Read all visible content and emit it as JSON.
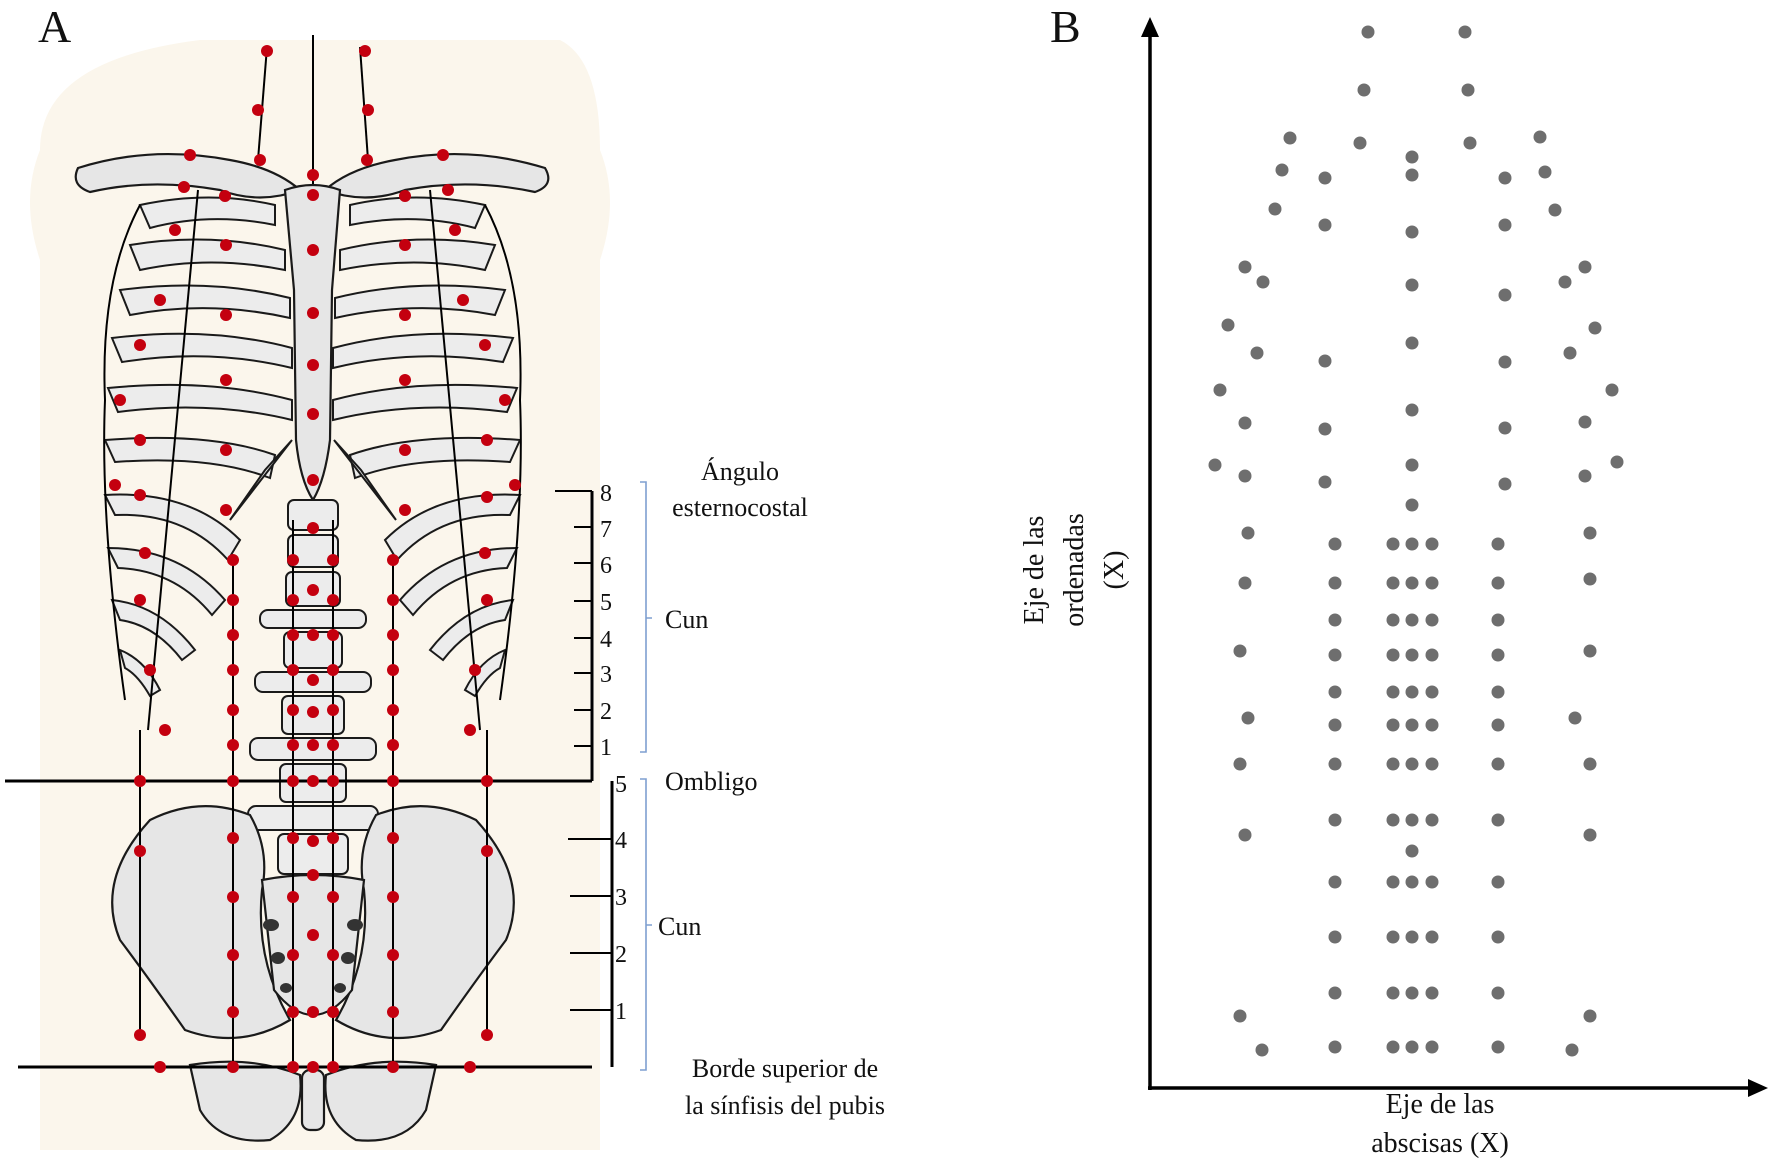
{
  "panel_a": {
    "label": "A",
    "upper_scale_ticks": [
      "8",
      "7",
      "6",
      "5",
      "4",
      "3",
      "2",
      "1"
    ],
    "lower_scale_ticks": [
      "5",
      "4",
      "3",
      "2",
      "1"
    ],
    "annotations": {
      "angle_line1": "Ángulo",
      "angle_line2": "esternocostal",
      "cun_upper": "Cun",
      "navel": "Ombligo",
      "cun_lower": "Cun",
      "pubis_line1": "Borde superior de",
      "pubis_line2": "la sínfisis del pubis"
    },
    "colors": {
      "point": "#c4000f",
      "bone_fill": "#e6e6e6",
      "skin": "#fbf6ec",
      "brace": "#7f9fd0"
    }
  },
  "panel_b": {
    "label": "B",
    "y_axis_line1": "Eje de las",
    "y_axis_line2": "ordenadas",
    "y_axis_line3": "(X)",
    "x_axis_line1": "Eje de las",
    "x_axis_line2": "abscisas (X)",
    "colors": {
      "point": "#6e6e6e"
    }
  }
}
